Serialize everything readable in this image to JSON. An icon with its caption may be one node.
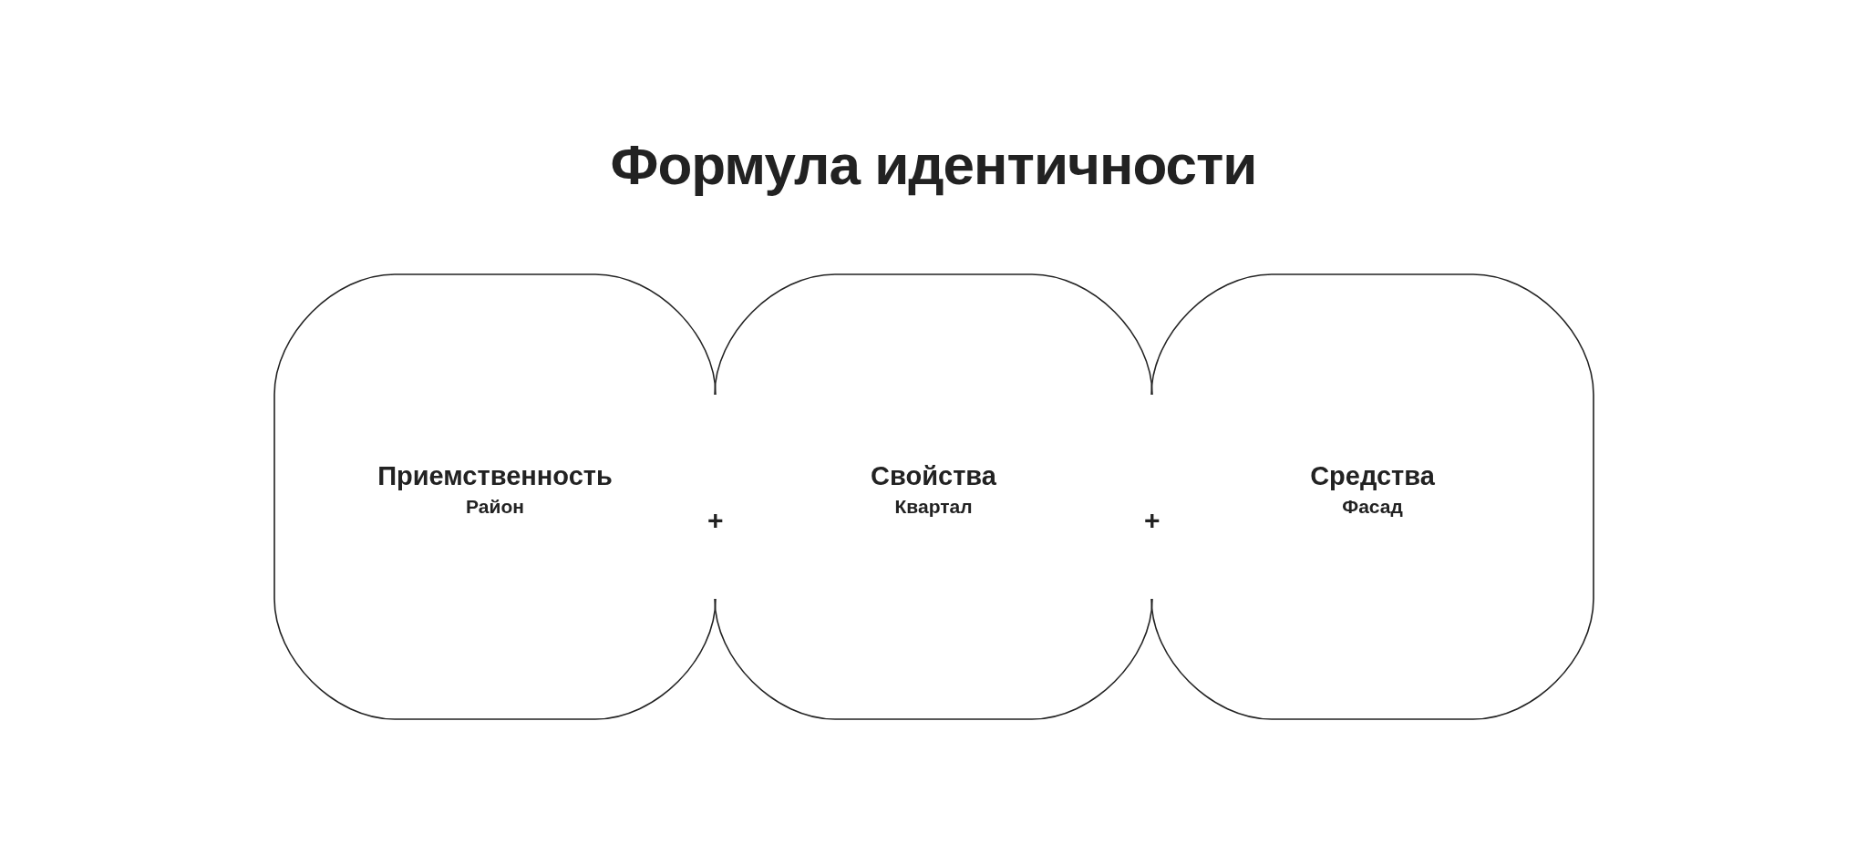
{
  "diagram": {
    "title": "Формула идентичности",
    "nodes": [
      {
        "text": [
          "Приемственность",
          "Район"
        ]
      },
      {
        "text": [
          "Свойства",
          "Квартал"
        ]
      },
      {
        "text": [
          "Средства",
          "Фасад"
        ]
      }
    ],
    "labels": [
      "+",
      "+"
    ]
  }
}
